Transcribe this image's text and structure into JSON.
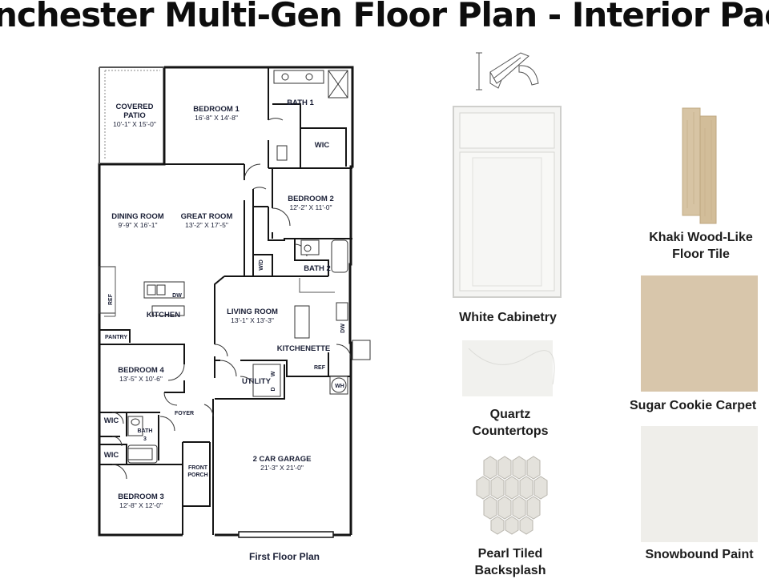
{
  "title": "nchester Multi-Gen Floor Plan - Interior Pac",
  "plan": {
    "caption": "First Floor Plan",
    "rooms": {
      "covered_patio": {
        "name": [
          "COVERED",
          "PATIO"
        ],
        "dims": "10'-1\" X 15'-0\""
      },
      "bedroom1": {
        "name": "BEDROOM 1",
        "dims": "16'-8\" X 14'-8\""
      },
      "bath1": {
        "name": "BATH 1"
      },
      "wic1": {
        "name": "WIC"
      },
      "dining": {
        "name": "DINING ROOM",
        "dims": "9'-9\" X 16'-1\""
      },
      "great": {
        "name": "GREAT ROOM",
        "dims": "13'-2\" X 17'-5\""
      },
      "bedroom2": {
        "name": "BEDROOM 2",
        "dims": "12'-2\" X 11'-0\""
      },
      "wd": "W/D",
      "bath2": {
        "name": "BATH 2"
      },
      "ref1": "REF",
      "dw": "DW",
      "kitchen": {
        "name": "KITCHEN"
      },
      "pantry": {
        "name": "PANTRY"
      },
      "living": {
        "name": "LIVING ROOM",
        "dims": "13'-1\" X 13'-3\""
      },
      "dw2": "DW",
      "kitchenette": {
        "name": "KITCHENETTE"
      },
      "ref2": "REF",
      "wh": "WH",
      "utility": {
        "name": "UTILITY"
      },
      "w": "W",
      "d": "D",
      "bedroom4": {
        "name": "BEDROOM 4",
        "dims": "13'-5\" X 10'-6\""
      },
      "foyer": {
        "name": "FOYER"
      },
      "wic2": {
        "name": "WIC"
      },
      "wic3": {
        "name": "WIC"
      },
      "bath3": {
        "name": [
          "BATH",
          "3"
        ]
      },
      "front_porch": {
        "name": [
          "FRONT",
          "PORCH"
        ]
      },
      "garage": {
        "name": "2 CAR GARAGE",
        "dims": "21'-3\" X 21'-0\""
      },
      "bedroom3": {
        "name": "BEDROOM 3",
        "dims": "12'-8\" X 12'-0\""
      }
    },
    "colors": {
      "wall": "#141414",
      "label": "#1a1f36"
    }
  },
  "materials": [
    {
      "key": "cabinetry",
      "label": [
        "White Cabinetry"
      ],
      "color": "#f4f4f2"
    },
    {
      "key": "floor",
      "label": [
        "Khaki Wood-Like",
        "Floor Tile"
      ],
      "color": "#d7c4a4"
    },
    {
      "key": "quartz",
      "label": [
        "Quartz",
        "Countertops"
      ],
      "color": "#f1f1ee"
    },
    {
      "key": "carpet",
      "label": [
        "Sugar Cookie Carpet"
      ],
      "color": "#d8c6ab"
    },
    {
      "key": "backsplash",
      "label": [
        "Pearl Tiled",
        "Backsplash"
      ],
      "color": "#e4e2dc"
    },
    {
      "key": "paint",
      "label": [
        "Snowbound Paint"
      ],
      "color": "#efeeea"
    }
  ]
}
